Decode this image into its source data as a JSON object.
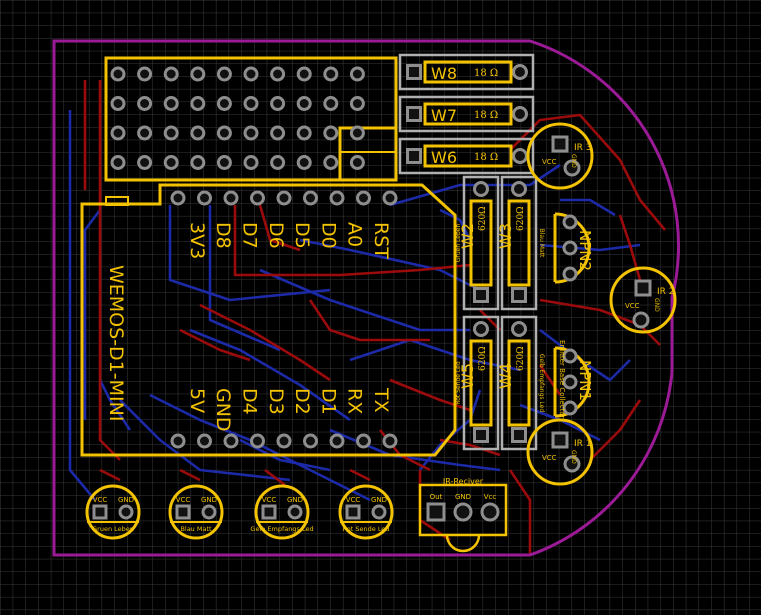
{
  "colors": {
    "background": "#000000",
    "grid": "#3a3a3a",
    "outline": "#9b1a96",
    "silk": "#f3c200",
    "top_copper": "#9c0b0b",
    "bottom_copper": "#1c2aa8",
    "pad": "#8e8e8e",
    "component_box": "#b0b0b0"
  },
  "module": {
    "name": "WEMOS-D1-MINI",
    "top_pins": [
      "RST",
      "A0",
      "D0",
      "D5",
      "D6",
      "D7",
      "D8",
      "3V3"
    ],
    "bottom_pins": [
      "TX",
      "RX",
      "D1",
      "D2",
      "D3",
      "D4",
      "GND",
      "5V"
    ]
  },
  "resistors_h": [
    {
      "ref": "W8",
      "value": "18 Ω"
    },
    {
      "ref": "W7",
      "value": "18 Ω"
    },
    {
      "ref": "W6",
      "value": "18 Ω"
    }
  ],
  "resistors_v": [
    {
      "ref": "W2",
      "value": "620Ω",
      "side": "Gruen Leben"
    },
    {
      "ref": "W3",
      "value": "620Ω",
      "side": "Blau Matt"
    },
    {
      "ref": "W5",
      "value": "620Ω",
      "side": "Rot Sende Led"
    },
    {
      "ref": "W4",
      "value": "620Ω",
      "side": "Gelb Empfangs Led"
    }
  ],
  "transistors": [
    {
      "ref": "NPN2"
    },
    {
      "ref": "NPN1",
      "pins_text": "Emitter Base Collector"
    }
  ],
  "ir_sensors": [
    {
      "ref": "IR 3",
      "vcc": "VCC",
      "gnd": "GND"
    },
    {
      "ref": "IR 2",
      "vcc": "VCC",
      "gnd": "GND"
    },
    {
      "ref": "IR 1",
      "vcc": "VCC",
      "gnd": "GND"
    }
  ],
  "leds": [
    {
      "vcc": "VCC",
      "gnd": "GND",
      "label": "Gruen Leben"
    },
    {
      "vcc": "VCC",
      "gnd": "GND",
      "label": "Blau Matt"
    },
    {
      "vcc": "VCC",
      "gnd": "GND",
      "label": "Gelb Empfangs Led"
    },
    {
      "vcc": "VCC",
      "gnd": "GND",
      "label": "Rot Sende Led"
    }
  ],
  "ir_receiver": {
    "title": "IR-Reciver",
    "pins": [
      "Out",
      "GND",
      "Vcc"
    ]
  }
}
